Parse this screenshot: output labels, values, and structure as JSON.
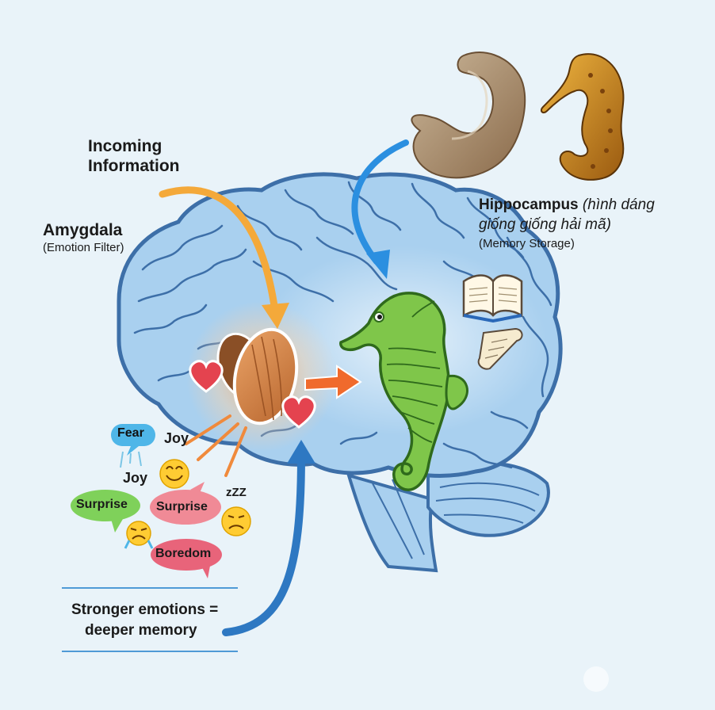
{
  "labels": {
    "incoming_line1": "Incoming",
    "incoming_line2": "Information",
    "amygdala_title": "Amygdala",
    "amygdala_sub": "(Emotion Filter)",
    "hippo_title": "Hippocampus",
    "hippo_italic": "(hình dáng",
    "hippo_italic2": "giống giống hải mã)",
    "hippo_sub": "(Memory Storage)",
    "conclusion_line1": "Stronger emotions =",
    "conclusion_line2": "deeper memory"
  },
  "emotions": {
    "fear": "Fear",
    "joy1": "Joy",
    "joy2": "Joy",
    "surprise1": "Surprise",
    "surprise2": "Surprise",
    "boredom": "Boredom",
    "zzz": "zZZ"
  },
  "colors": {
    "background": "#e9f3f9",
    "brain_fill": "#a9d0ef",
    "brain_stroke": "#3d6fa8",
    "seahorse": "#7fc64a",
    "almond": "#d98a4e",
    "arrow_orange": "#f4a93a",
    "arrow_blue": "#2b8fe0",
    "arrow_blue_dark": "#2e78c2",
    "fear_bubble": "#4fb6e8",
    "surprise_green": "#7fd15a",
    "surprise_pink": "#f08a96",
    "boredom_pink": "#e8647a"
  }
}
